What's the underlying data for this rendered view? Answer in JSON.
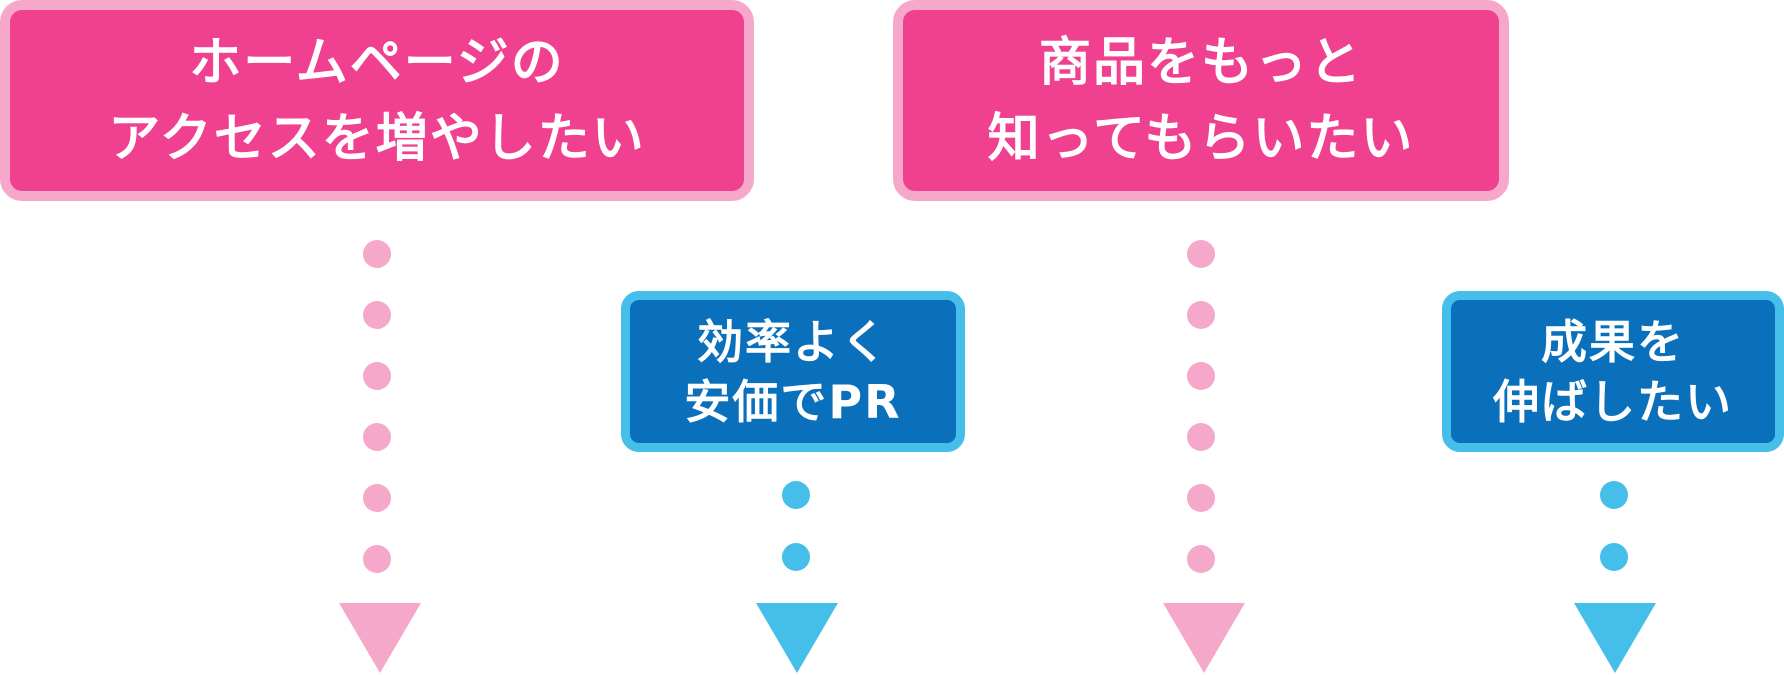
{
  "boxes": {
    "access": "ホームページの\nアクセスを増やしたい",
    "product": "商品をもっと\n知ってもらいたい",
    "efficient": "効率よく\n安価でPR",
    "results": "成果を\n伸ばしたい"
  },
  "colors": {
    "pink_fill": "#f04090",
    "pink_light": "#f6a8ca",
    "blue_fill": "#0a70bc",
    "blue_light": "#45bfe9",
    "text": "#ffffff"
  }
}
